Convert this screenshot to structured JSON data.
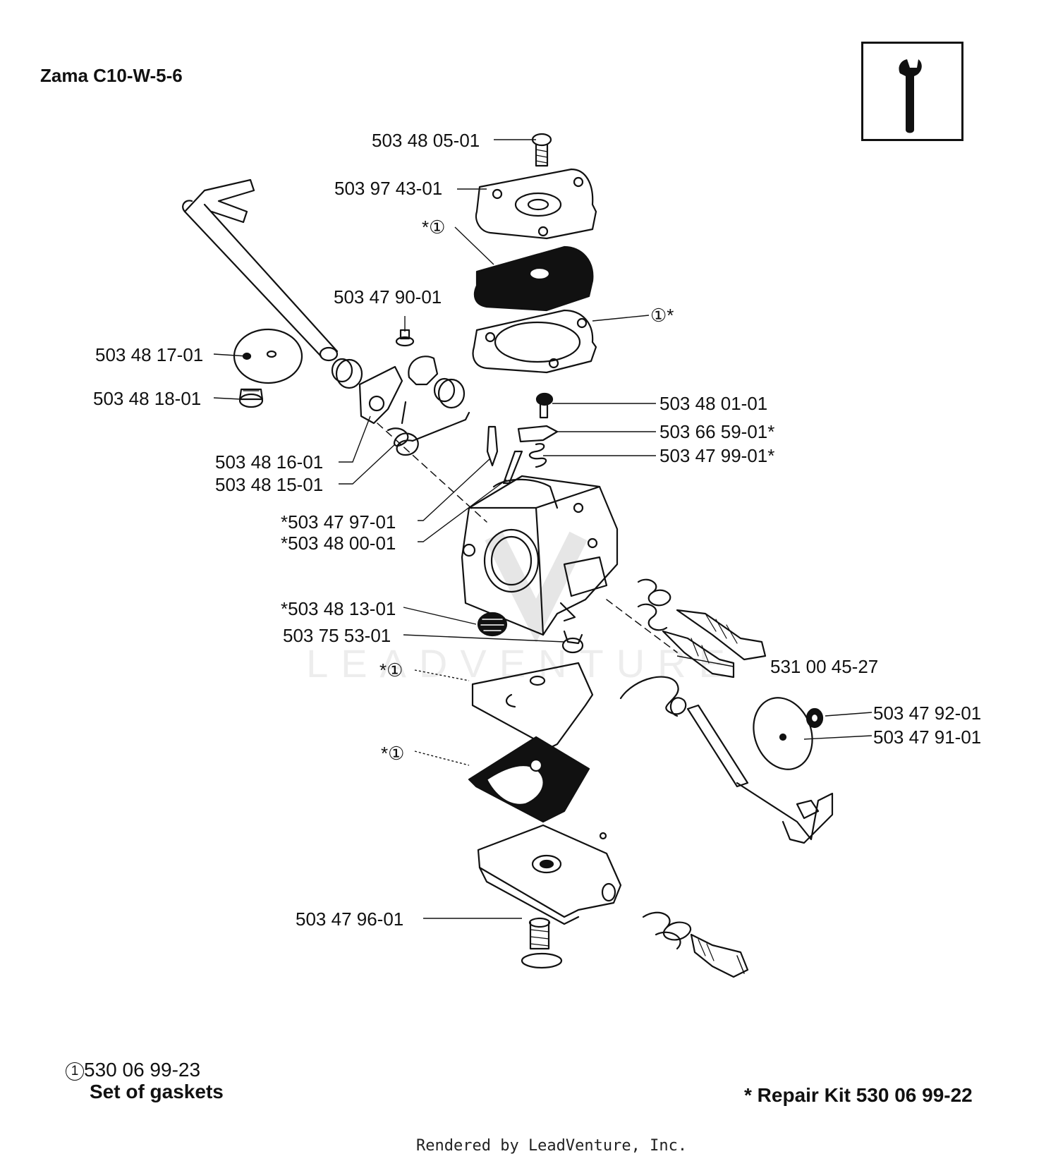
{
  "title": "Zama C10-W-5-6",
  "icon": "wrench-icon",
  "labels": [
    {
      "id": "p1",
      "text": "503 48 05-01"
    },
    {
      "id": "p2",
      "text": "503 97 43-01"
    },
    {
      "id": "p3",
      "text": "*①"
    },
    {
      "id": "p4",
      "text": "503 47 90-01"
    },
    {
      "id": "p5",
      "text": "①*"
    },
    {
      "id": "p6",
      "text": "503 48 17-01"
    },
    {
      "id": "p7",
      "text": "503 48 18-01"
    },
    {
      "id": "p8",
      "text": "503 48 01-01"
    },
    {
      "id": "p9",
      "text": "503 66 59-01*"
    },
    {
      "id": "p10",
      "text": "503 47 99-01*"
    },
    {
      "id": "p11",
      "text": "503 48 16-01"
    },
    {
      "id": "p12",
      "text": "503 48 15-01"
    },
    {
      "id": "p13",
      "text": "*503 47 97-01"
    },
    {
      "id": "p14",
      "text": "*503 48 00-01"
    },
    {
      "id": "p15",
      "text": "*503 48 13-01"
    },
    {
      "id": "p16",
      "text": "503 75 53-01"
    },
    {
      "id": "p17",
      "text": "531 00 45-27"
    },
    {
      "id": "p18",
      "text": "*①"
    },
    {
      "id": "p19",
      "text": "503 47 92-01"
    },
    {
      "id": "p20",
      "text": "503 47 91-01"
    },
    {
      "id": "p21",
      "text": "*①"
    },
    {
      "id": "p22",
      "text": "503 47 96-01"
    }
  ],
  "gasket_note": {
    "symbol": "1",
    "number": "530 06 99-23",
    "text": "Set of gaskets"
  },
  "repair_kit": "* Repair Kit 530 06 99-22",
  "watermark": "LEADVENTURE",
  "footer": "Rendered by LeadVenture, Inc."
}
